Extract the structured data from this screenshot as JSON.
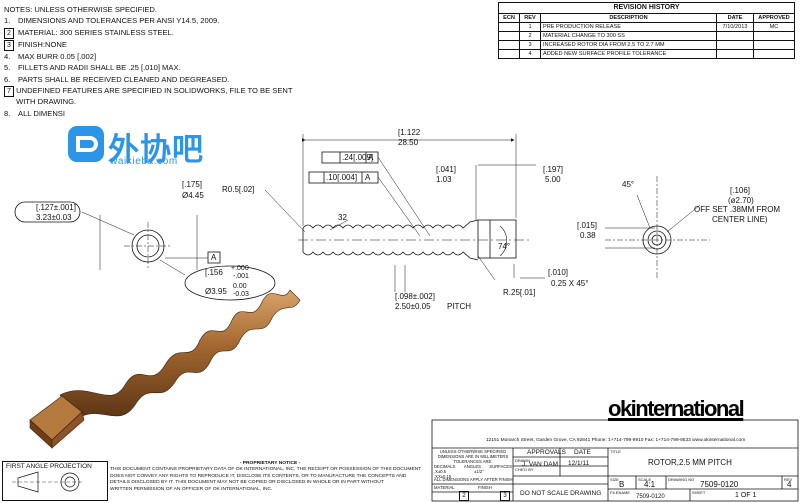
{
  "notes": {
    "heading": "NOTES:  UNLESS OTHERWISE SPECIFIED.",
    "items": [
      {
        "num": "1.",
        "boxed": false,
        "text": "DIMENSIONS AND TOLERANCES PER ANSI Y14.5, 2009."
      },
      {
        "num": "2",
        "boxed": true,
        "text": "MATERIAL: 300 SERIES STAINLESS STEEL."
      },
      {
        "num": "3",
        "boxed": true,
        "text": "FINISH:NONE"
      },
      {
        "num": "4.",
        "boxed": false,
        "text": "MAX BURR 0.05 [.002]"
      },
      {
        "num": "5.",
        "boxed": false,
        "text": "FILLETS AND RADII SHALL BE .25 [.010] MAX."
      },
      {
        "num": "6.",
        "boxed": false,
        "text": "PARTS SHALL BE RECEIVED CLEANED AND DEGREASED."
      },
      {
        "num": "7",
        "boxed": true,
        "text": "UNDEFINED FEATURES ARE SPECIFIED IN SOLIDWORKS, FILE TO BE SENT WITH DRAWING."
      },
      {
        "num": "8.",
        "boxed": false,
        "text": "ALL DIMENSI"
      }
    ]
  },
  "revision": {
    "title": "REVISION HISTORY",
    "headers": [
      "ECN",
      "REV",
      "DESCRIPTION",
      "DATE",
      "APPROVED"
    ],
    "rows": [
      {
        "ecn": "",
        "rev": "1",
        "desc": "PRE PRODUCTION RELEASE",
        "date": "7/10/2013",
        "appr": "MC"
      },
      {
        "ecn": "",
        "rev": "2",
        "desc": "MATERIAL CHANGE TO 300 SS",
        "date": "",
        "appr": ""
      },
      {
        "ecn": "",
        "rev": "3",
        "desc": "INCREASED ROTOR DIA FROM 2.5 TO 2.7 MM",
        "date": "",
        "appr": ""
      },
      {
        "ecn": "",
        "rev": "4",
        "desc": "ADDED NEW SURFACE PROFILE TOLERANCE",
        "date": "",
        "appr": ""
      }
    ]
  },
  "watermark": {
    "text": "外协吧",
    "sub": "waixieba.com"
  },
  "dims": {
    "len_in": "[1.122",
    "len_mm": "28.50",
    "prof1": ".24[.009]",
    "prof1_datum": "A",
    "prof2": ".10[.004]",
    "prof2_datum": "A",
    "r05": "R0.5[.02]",
    "d175": "[.175]",
    "d445": "Ø4.45",
    "d127": "[.127±.001]",
    "d323": "3.23±0.03",
    "count32": "32",
    "datumA": "A",
    "d156a": "[.156",
    "d156b": "+.000",
    "d156c": "-.001",
    "d395": "Ø3.95",
    "d395b": "0.00",
    "d395c": "-0.03",
    "pitch_in": "[.098±.002]",
    "pitch_mm": "2.50±0.05",
    "pitch_lbl": "PITCH",
    "d041": "[.041]",
    "d103": "1.03",
    "d197": "[.197]",
    "d500": "5.00",
    "ang74": "74°",
    "r25": "R.25[.01]",
    "d010": "[.010]",
    "d025": "0.25  X 45°",
    "ang45": "45°",
    "d106": "[.106]",
    "d270": "(ø2.70)",
    "offset": "OFF SET .38MM FROM",
    "offset2": "CENTER LINE)",
    "d015": "[.015]",
    "d038": "0.38"
  },
  "titleblock": {
    "company": "okinternational",
    "address": "12151 Monarch Street, Garden Grove, CA 92841  Phone: 1+714-799-9910  Fax: 1+714-799-9533  www.okinternational.com",
    "unless": "UNLESS OTHERWISE SPECIFIED DIMENSIONS ARE IN MILLIMETERS",
    "tol_label": "TOLERANCES ARE:",
    "tol_dec": "DECIMALS",
    "tol_ang": "ANGLES",
    "tol_surf": "SURFACES",
    "tol_x1": ".X±0.5",
    "tol_x2": ".XX±0.15",
    "tol_a": "±1/2°",
    "dims_after": "ALL DIMENSIONS APPLY AFTER FINISH",
    "approvals": "APPROVALS",
    "date_hdr": "DATE",
    "drawn_lbl": "DRAWN",
    "drawn_by": "J. VAN DAM",
    "drawn_date": "12/1/11",
    "chkd_lbl": "CHK'D BY",
    "title_lbl": "TITLE",
    "title": "ROTOR,2.5 MM PITCH",
    "size_lbl": "SIZE",
    "size": "B",
    "scale_lbl": "SCALE",
    "scale": "4:1",
    "dwg_lbl": "DRAWING NO",
    "dwg": "7509-0120",
    "rev_lbl": "REV",
    "rev": "4",
    "filename_lbl": "FILENAME",
    "filename": "7509-0120",
    "sheet_lbl": "SHEET",
    "sheet": "1  OF  1",
    "material_lbl": "MATERIAL",
    "material_ref": "2",
    "finish_lbl": "FINISH",
    "finish_ref": "3",
    "no_scale": "DO NOT SCALE DRAWING"
  },
  "projection": {
    "label": "FIRST ANGLE PROJECTION"
  },
  "proprietary": {
    "title": "- PROPRIETARY NOTICE -",
    "lines": [
      "THIS DOCUMENT CONTAINS PROPRIETARY DATA OF OK INTERNATIONAL, INC. THE RECEIPT OR POSSESSION OF THIS DOCUMENT",
      "DOES NOT CONVEY ANY RIGHTS TO REPRODUCE IT, DISCLOSE ITS CONTENTS, OR TO MANUFACTURE THE CONCEPTS AND",
      "DETAILS DISCLOSED BY IT. THIS DOCUMENT MAY NOT BE COPIED OR DISCLOSED IN WHOLE OR IN PART WITHOUT",
      "WRITTEN PERMISSION OF AN OFFICER OF OK INTERNATIONAL, INC."
    ]
  },
  "colors": {
    "watermark": "#2c95e8",
    "bronze": "#a0652e"
  }
}
